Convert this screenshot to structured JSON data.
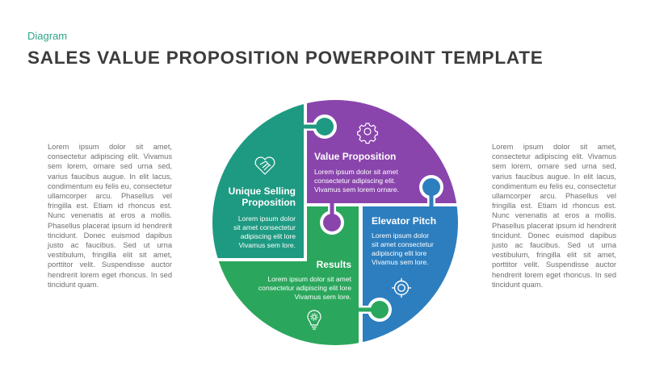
{
  "header": {
    "eyebrow": "Diagram",
    "title": "SALES VALUE PROPOSITION POWERPOINT TEMPLATE"
  },
  "side_text": {
    "left": "Lorem ipsum dolor sit amet, consectetur adipiscing elit. Vivamus sem lorem, ornare sed urna sed, varius faucibus augue. In elit lacus, condimentum eu felis eu, consectetur ullamcorper arcu. Phasellus vel fringilla est. Etiam id rhoncus est. Nunc venenatis at eros a mollis. Phasellus placerat ipsum id hendrerit tincidunt. Donec euismod dapibus justo ac faucibus. Sed ut urna vestibulum, fringilla elit sit amet, porttitor velit. Suspendisse auctor hendrerit lorem eget rhoncus. In sed tincidunt quam.",
    "right": "Lorem ipsum dolor sit amet, consectetur adipiscing elit. Vivamus sem lorem, ornare sed urna sed, varius faucibus augue. In elit lacus, condimentum eu felis eu, consectetur ullamcorper arcu. Phasellus vel fringilla est. Etiam id rhoncus est. Nunc venenatis at eros a mollis. Phasellus placerat ipsum id hendrerit tincidunt. Donec euismod dapibus justo ac faucibus. Sed ut urna vestibulum, fringilla elit sit amet, porttitor velit. Suspendisse auctor hendrerit lorem eget rhoncus. In sed tincidunt quam."
  },
  "colors": {
    "teal": "#1e9a82",
    "purple": "#8a45ad",
    "green": "#2aa75c",
    "blue": "#2d7ebf",
    "eyebrow": "#2fa58a",
    "title": "#3c3c3c",
    "body_text": "#6f6f6f"
  },
  "pieces": {
    "value_proposition": {
      "title": "Value Proposition",
      "lines": [
        "Lorem ipsum dolor sit amet",
        "consectetur adipiscing elit.",
        "Vivamus sem lorem ornare."
      ],
      "icon": "gear-icon"
    },
    "unique_selling": {
      "title_line1": "Unique  Selling",
      "title_line2": "Proposition",
      "lines": [
        "Lorem ipsum dolor",
        "sit amet consectetur",
        "adipiscing elit lore",
        "Vivamus sem lore."
      ],
      "icon": "heart-handshake-icon"
    },
    "elevator_pitch": {
      "title": "Elevator  Pitch",
      "lines": [
        "Lorem ipsum dolor",
        "sit amet consectetur",
        "adipiscing elit lore",
        "Vivamus sem lore."
      ],
      "icon": "target-icon"
    },
    "results": {
      "title": "Results",
      "lines": [
        "Lorem ipsum dolor sit amet",
        "consectetur adipiscing elit lore",
        "Vivamus sem lore."
      ],
      "icon": "lightbulb-gear-icon"
    }
  }
}
